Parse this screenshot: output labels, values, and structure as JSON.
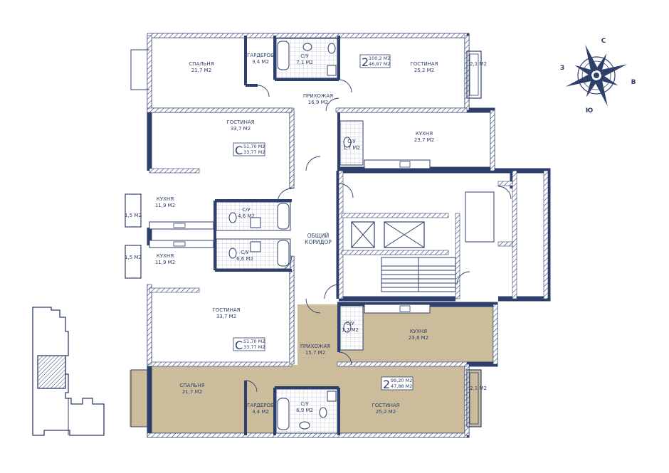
{
  "rooms": {
    "bedroom_top": {
      "name": "СПАЛЬНЯ",
      "area": "21,7 М2"
    },
    "wardrobe_top": {
      "name": "ГАРДЕРОБ",
      "area": "3,4 М2"
    },
    "bath_top": {
      "name": "С/У",
      "area": "7,1 М2"
    },
    "living_2_top": {
      "name": "ГОСТИНАЯ",
      "area": "25,2 М2"
    },
    "balcony_top_right": {
      "area": "2,1 М2"
    },
    "hall_top": {
      "name": "ПРИХОЖАЯ",
      "area": "16,9 М2"
    },
    "living_c_top": {
      "name": "ГОСТИНАЯ",
      "area": "33,7 М2"
    },
    "wc_top_mid": {
      "name": "С/У",
      "area": "1,7 М2"
    },
    "kitchen_top_right": {
      "name": "КУХНЯ",
      "area": "23,7 М2"
    },
    "kitchen_left_upper": {
      "name": "КУХНЯ",
      "area": "11,9 М2"
    },
    "balcony_left_upper": {
      "area": "1,5 М2"
    },
    "bath_left_upper": {
      "name": "С/У",
      "area": "4,6 М2"
    },
    "corridor": {
      "name_line1": "ОБЩИЙ",
      "name_line2": "КОРИДОР"
    },
    "kitchen_left_lower": {
      "name": "КУХНЯ",
      "area": "11,9 М2"
    },
    "balcony_left_lower": {
      "area": "1,5 М2"
    },
    "bath_left_lower": {
      "name": "С/У",
      "area": "6,6 М2"
    },
    "living_c_bottom": {
      "name": "ГОСТИНАЯ",
      "area": "33,7 М2"
    },
    "wc_bottom_mid": {
      "name": "С/У",
      "area": "1,7 М2"
    },
    "kitchen_bottom_right": {
      "name": "КУХНЯ",
      "area": "23,8 М2"
    },
    "hall_bottom": {
      "name": "ПРИХОЖАЯ",
      "area": "15,7 М2"
    },
    "bedroom_bottom": {
      "name": "СПАЛЬНЯ",
      "area": "21,7 М2"
    },
    "wardrobe_bottom": {
      "name": "ГАРДЕРОБ",
      "area": "3,4 М2"
    },
    "bath_bottom": {
      "name": "С/У",
      "area": "6,9 М2"
    },
    "living_2_bottom": {
      "name": "ГОСТИНАЯ",
      "area": "25,2 М2"
    },
    "balcony_bottom_right": {
      "area": "2,1 М2"
    }
  },
  "apartments": {
    "apt_2_top": {
      "letter": "2",
      "total": "100,2 М2",
      "living": "46,87 М2"
    },
    "apt_c_top": {
      "letter": "С",
      "total": "51,70 М2",
      "living": "33,77 М2"
    },
    "apt_c_bottom": {
      "letter": "С",
      "total": "51,70 М2",
      "living": "33,77 М2"
    },
    "apt_2_bottom": {
      "letter": "2",
      "total": "99,20 М2",
      "living": "47,88 М2"
    }
  },
  "compass": {
    "north": "С",
    "south": "Ю",
    "east": "В",
    "west": "З"
  },
  "colors": {
    "line": "#2e3f6b",
    "highlight": "#cbbd9c",
    "background": "#ffffff"
  }
}
